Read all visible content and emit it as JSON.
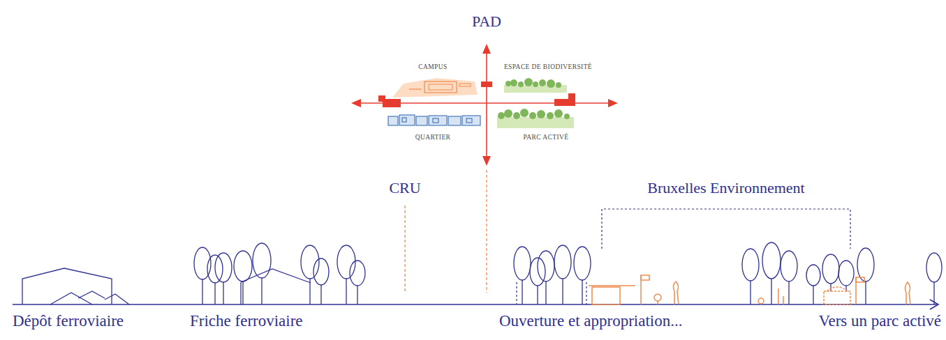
{
  "diagram": {
    "labels": [
      "PAD",
      "CAMPUS",
      "ESPACE DE BIODIVERSITÉ",
      "QUARTIER",
      "PARC ACTIVÉ",
      "CRU",
      "Bruxelles Environnement",
      "Dépôt ferroviaire",
      "Friche ferroviaire",
      "Ouverture et appropriation...",
      "Vers un parc activé"
    ]
  }
}
